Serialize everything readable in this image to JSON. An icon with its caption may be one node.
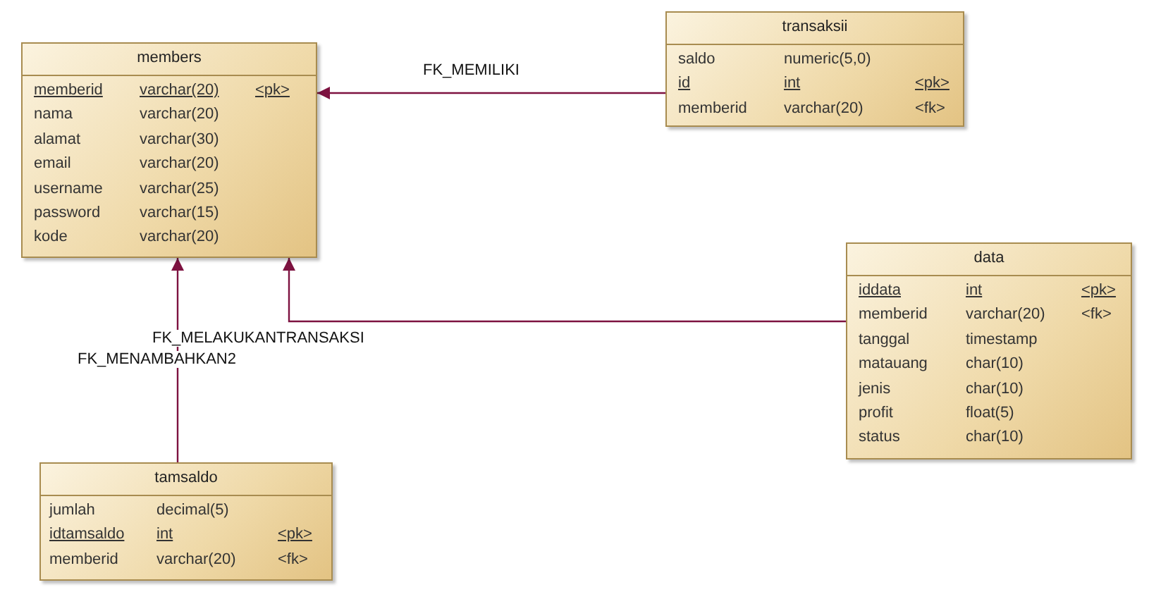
{
  "diagram": {
    "nodes": [
      {
        "text": [
          "members",
          "memberid",
          "varchar(20)",
          "<pk>",
          "nama",
          "varchar(20)",
          "alamat",
          "varchar(30)",
          "email",
          "varchar(20)",
          "username",
          "varchar(25)",
          "password",
          "varchar(15)",
          "kode",
          "varchar(20)"
        ]
      },
      {
        "text": [
          "transaksii",
          "saldo",
          "numeric(5,0)",
          "id",
          "int",
          "<pk>",
          "memberid",
          "varchar(20)",
          "<fk>"
        ]
      },
      {
        "text": [
          "data",
          "iddata",
          "int",
          "<pk>",
          "memberid",
          "varchar(20)",
          "<fk>",
          "tanggal",
          "timestamp",
          "matauang",
          "char(10)",
          "jenis",
          "char(10)",
          "profit",
          "float(5)",
          "status",
          "char(10)"
        ]
      },
      {
        "text": [
          "tamsaldo",
          "jumlah",
          "decimal(5)",
          "idtamsaldo",
          "int",
          "<pk>",
          "memberid",
          "varchar(20)",
          "<fk>"
        ]
      }
    ],
    "edges": [
      {
        "from": 1,
        "to": 0,
        "arrow": "to",
        "label": "FK_MEMILIKI"
      },
      {
        "from": 2,
        "to": 0,
        "arrow": "to",
        "label": "FK_MELAKUKANTRANSAKSI"
      },
      {
        "from": 3,
        "to": 0,
        "arrow": "to",
        "label": "FK_MENAMBAHKAN2"
      }
    ]
  }
}
